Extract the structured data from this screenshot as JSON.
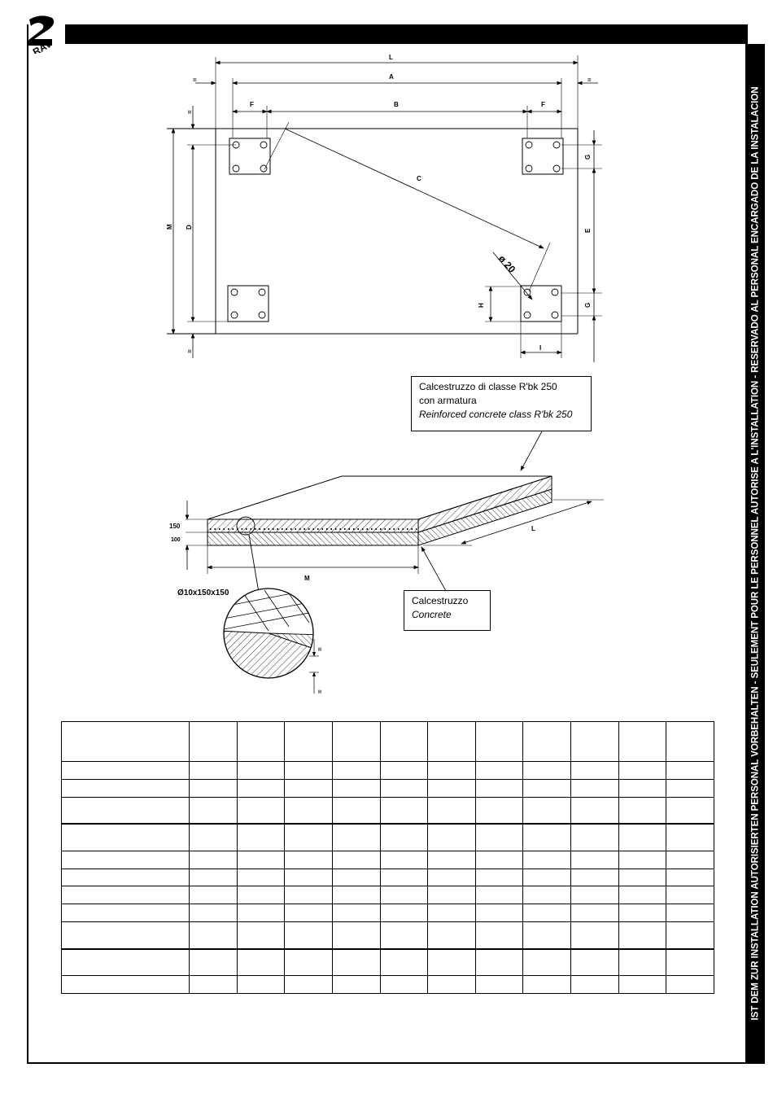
{
  "sidebar_text": "IST DEM ZUR INSTALLATION AUTORISIERTEN PERSONAL VORBEHALTEN - SEULEMENT POUR LE PERSONNEL AUTORISE A L'INSTALLATION - RESERVADO AL PERSONAL ENCARGADO DE LA INSTALACION",
  "plan_labels": {
    "L": "L",
    "A": "A",
    "B": "B",
    "F_left": "F",
    "F_right": "F",
    "C": "C",
    "M": "M",
    "D": "D",
    "E": "E",
    "G_top": "G",
    "G_bottom": "G",
    "H": "H",
    "I": "I",
    "dia": "ø 20",
    "eq": "="
  },
  "section_labels": {
    "h150": "150",
    "h100": "100",
    "L": "L",
    "M": "M",
    "mesh": "Ø10x150x150",
    "eq": "="
  },
  "notes": {
    "reinforced": {
      "line1": "Calcestruzzo di classe R'bk 250",
      "line2": "con armatura",
      "line3": "Reinforced concrete class R'bk 250"
    },
    "concrete": {
      "line1": "Calcestruzzo",
      "line2": "Concrete"
    }
  },
  "table": {
    "rows": 12,
    "cols": 12,
    "cells": []
  }
}
